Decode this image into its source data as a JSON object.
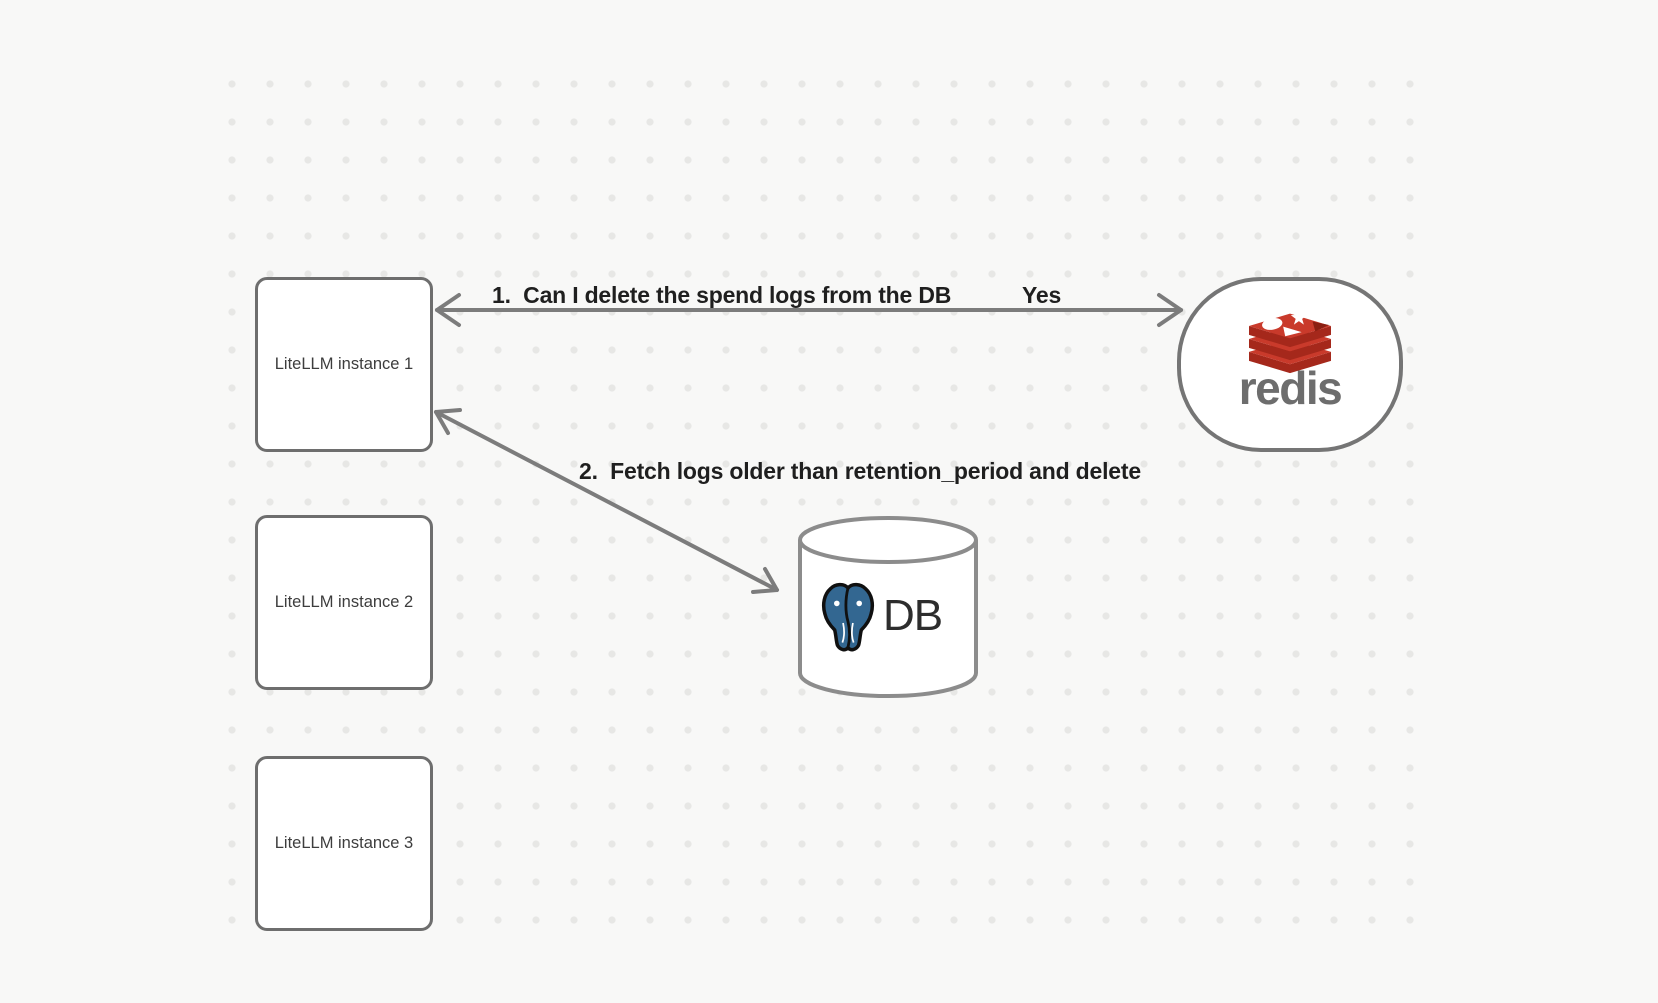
{
  "canvas": {
    "background_color": "#f8f8f7",
    "dot_color": "#e7e7e5"
  },
  "nodes": {
    "instances": [
      {
        "label": "LiteLLM instance 1"
      },
      {
        "label": "LiteLLM instance 2"
      },
      {
        "label": "LiteLLM instance 3"
      }
    ],
    "redis": {
      "wordmark": "redis",
      "icon": "redis-stack-icon",
      "colors": {
        "bright_red": "#c93a2b",
        "dark_red": "#a5281b",
        "notch_red": "#8a1f12",
        "wordmark_gray": "#6d6d6d"
      }
    },
    "db": {
      "label": "DB",
      "icon": "postgresql-elephant-icon",
      "colors": {
        "postgres_blue": "#336791"
      }
    }
  },
  "arrows": [
    {
      "label": "1.  Can I delete the spend logs from the DB",
      "response": "Yes",
      "from": "LiteLLM instance 1",
      "to": "redis",
      "style": "double-headed",
      "color": "#7c7c7c"
    },
    {
      "label": "2.  Fetch logs older than retention_period and delete",
      "from": "LiteLLM instance 1",
      "to": "DB",
      "style": "double-headed",
      "color": "#7c7c7c"
    }
  ]
}
